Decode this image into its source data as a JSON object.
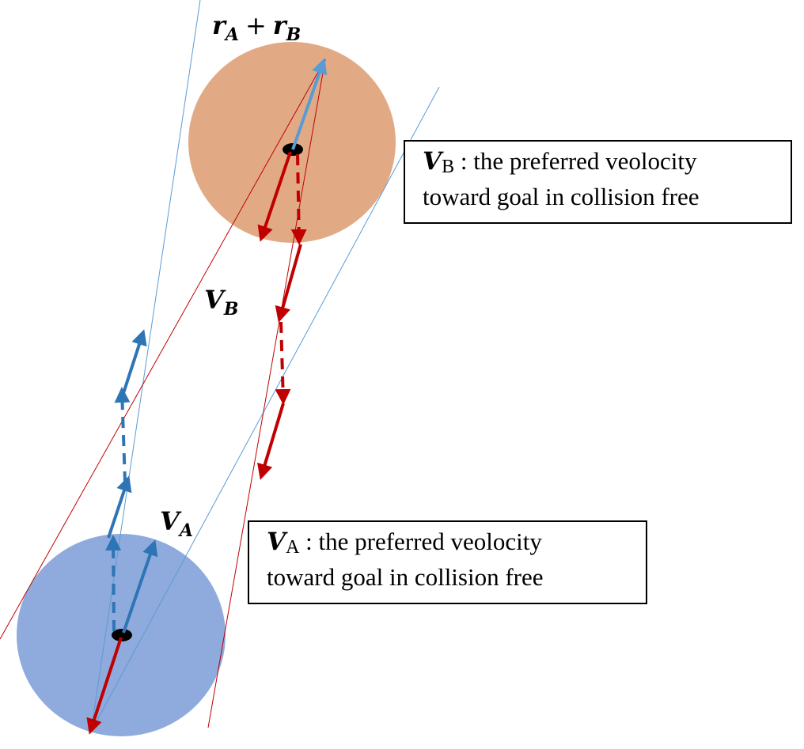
{
  "labels": {
    "sum_r": {
      "first": "r",
      "first_sub": "A",
      "op": "+",
      "second": "r",
      "second_sub": "B"
    },
    "vb": {
      "main": "V",
      "sub": "B"
    },
    "va": {
      "main": "V",
      "sub": "A"
    }
  },
  "box_b": {
    "sym": "V",
    "sub": "B",
    "sep": " : ",
    "line1": "the preferred veolocity",
    "line2": "toward goal in collision free"
  },
  "box_a": {
    "sym": "V",
    "sub": "A",
    "sep": " : ",
    "line1": "the preferred veolocity",
    "line2": "toward goal in collision free"
  },
  "colors": {
    "agent_a": "#8faadc",
    "agent_b": "#e1aa85",
    "blue_arrow": "#2e75b6",
    "light_blue_arrow": "#5b9bd5",
    "red_arrow": "#c00000",
    "thin_blue": "#5b9bd5",
    "thin_red": "#c00000"
  }
}
